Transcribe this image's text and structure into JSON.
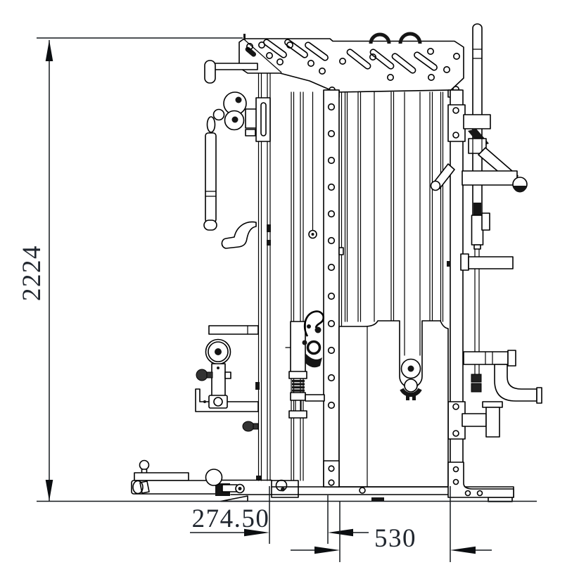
{
  "document": {
    "type": "technical line drawing",
    "subject": "multi-function smith machine / cable trainer, side elevation",
    "background_color": "#ffffff",
    "line_color": "#000000",
    "dimension_text_color": "#20262e"
  },
  "dimensions": {
    "overall_height": "2224",
    "front_offset": "274.50",
    "rear_span": "530"
  },
  "components": [
    "top-slotted-plate",
    "top-pulleys",
    "front-pulley-bracket",
    "hanging-strap",
    "smith-guide-rails",
    "barbell-sleeve",
    "carriage-j-hook",
    "spring-catch",
    "weight-stack-cover",
    "stack-pulley",
    "front-column",
    "rear-column",
    "rear-upright-bar",
    "j-cup-spotter-arm",
    "band-pegs",
    "elbow-pipe-handle",
    "pivot-cylinder",
    "base-frame",
    "bench-rail",
    "transport-wheel",
    "floor-line"
  ]
}
